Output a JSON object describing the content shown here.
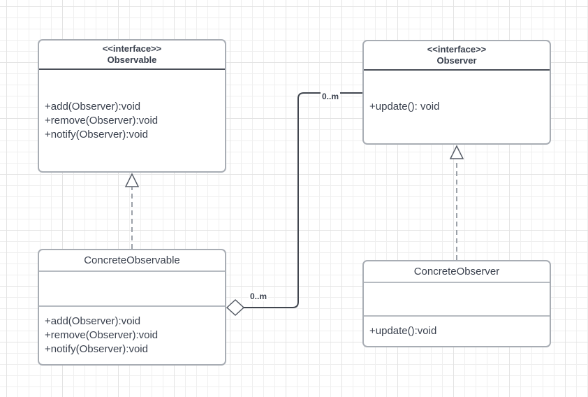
{
  "canvas": {
    "background": "#ffffff",
    "grid_minor_color": "#efefef",
    "grid_major_color": "#e3e3e3"
  },
  "classes": [
    {
      "stereotype": "<<interface>>",
      "name": "Observable",
      "attributes": [],
      "methods": [
        "+add(Observer):void",
        "+remove(Observer):void",
        "+notify(Observer):void"
      ]
    },
    {
      "stereotype": "<<interface>>",
      "name": "Observer",
      "attributes": [],
      "methods": [
        "+update(): void"
      ]
    },
    {
      "name": "ConcreteObservable",
      "attributes": [],
      "methods": [
        "+add(Observer):void",
        "+remove(Observer):void",
        "+notify(Observer):void"
      ]
    },
    {
      "name": "ConcreteObserver",
      "attributes": [],
      "methods": [
        "+update():void"
      ]
    }
  ],
  "relationships": {
    "realizations": [
      {
        "from": "ConcreteObservable",
        "to": "Observable",
        "style": "dashed-hollow-triangle"
      },
      {
        "from": "ConcreteObserver",
        "to": "Observer",
        "style": "dashed-hollow-triangle"
      }
    ],
    "aggregation": {
      "from": "ConcreteObservable",
      "to": "Observer",
      "source_multiplicity": "0..m",
      "target_multiplicity": "0..m"
    }
  },
  "colors": {
    "text": "#3a414e",
    "box_border": "#a8adb4",
    "interface_divider": "#4a4f58",
    "class_divider": "#b6bbc1",
    "solid_connector": "#41464f",
    "dashed_connector": "#9ba1a8",
    "arrowhead_outline": "#565c66"
  }
}
